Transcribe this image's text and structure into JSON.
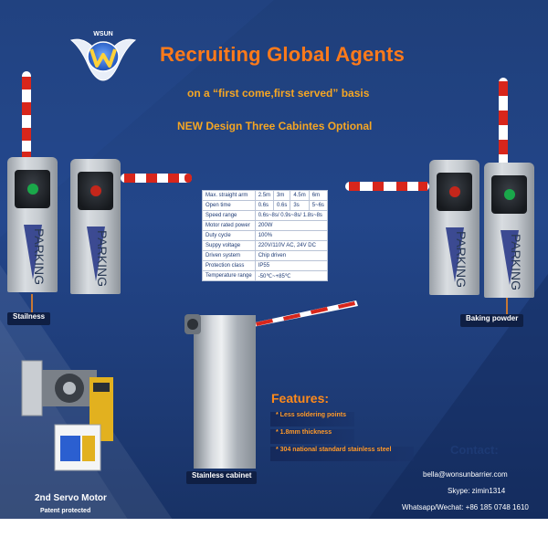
{
  "header": {
    "title": "Recruiting Global Agents",
    "subtitle1": "on a “first come,first served” basis",
    "subtitle2": "NEW Design Three Cabintes Optional",
    "logo_text": "WSUN"
  },
  "cabinets": {
    "label_text": "PARKING",
    "left_tag": "Stailness",
    "right_tag": "Baking powder",
    "center_tag": "Stainless cabinet"
  },
  "spec_table": {
    "rows": [
      [
        "Max. straight arm",
        "2.5m",
        "3m",
        "4.5m",
        "6m"
      ],
      [
        "Open time",
        "0.6s",
        "0.6s",
        "3s",
        "5~6s"
      ],
      [
        "Speed range",
        "0.6s~8s/ 0.9s~8s/ 1.8s~8s"
      ],
      [
        "Motor rated power",
        "200W"
      ],
      [
        "Duty cycle",
        "100%"
      ],
      [
        "Suppy voltage",
        "220V/110V AC, 24V DC"
      ],
      [
        "Driven system",
        "Chip driven"
      ],
      [
        "Protection class",
        "IP55"
      ],
      [
        "Temperature range",
        "-50℃~+85℃"
      ]
    ]
  },
  "features": {
    "title": "Features:",
    "items": [
      "* Less soldering points",
      "* 1.8mm thickness",
      "* 304 national standard stainless steel"
    ]
  },
  "contact": {
    "title": "Contact:",
    "email": "bella@wonsunbarrier.com",
    "skype": "Skype: zimin1314",
    "whatsapp": "Whatsapp/Wechat: +86 185 0748 1610"
  },
  "servo": {
    "title": "2nd Servo Motor",
    "subtitle": "Patent protected"
  },
  "colors": {
    "background": "#1f3f7a",
    "accent_orange": "#ff7a1a",
    "boom_red": "#d8261b",
    "tag_dark": "#0f1f44"
  }
}
